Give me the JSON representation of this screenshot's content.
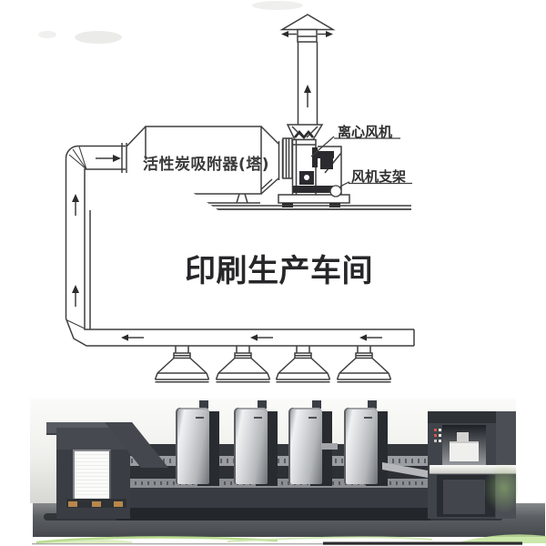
{
  "labels": {
    "adsorber": "活性炭吸附器(塔)",
    "centrifugal_fan": "离心风机",
    "fan_support": "风机支架",
    "workshop_title": "印刷生产车间"
  },
  "icons": [
    {
      "name": "exhaust-cap-icon",
      "meaning": "rain cap on exhaust stack",
      "glyph": "▲"
    },
    {
      "name": "flow-arrow-up-icon",
      "meaning": "air flow upward",
      "glyph": "↑"
    },
    {
      "name": "flow-arrow-right-icon",
      "meaning": "air flow to the right",
      "glyph": "→"
    },
    {
      "name": "flow-arrow-left-icon",
      "meaning": "air flow to the left",
      "glyph": "←"
    },
    {
      "name": "suction-hood-icon",
      "meaning": "fume extraction hood",
      "glyph": "⏶"
    }
  ],
  "photo": {
    "press_tower_count": 4
  },
  "colors": {
    "diagram_line": "#3f3f3f",
    "label_text": "#333333",
    "title_text": "#27272a",
    "machine_dark": "#3a3e44",
    "tower_silver": "#d3d5d8",
    "pallet_wood": "#b9874b",
    "green_accent": "#b9dd8f"
  }
}
